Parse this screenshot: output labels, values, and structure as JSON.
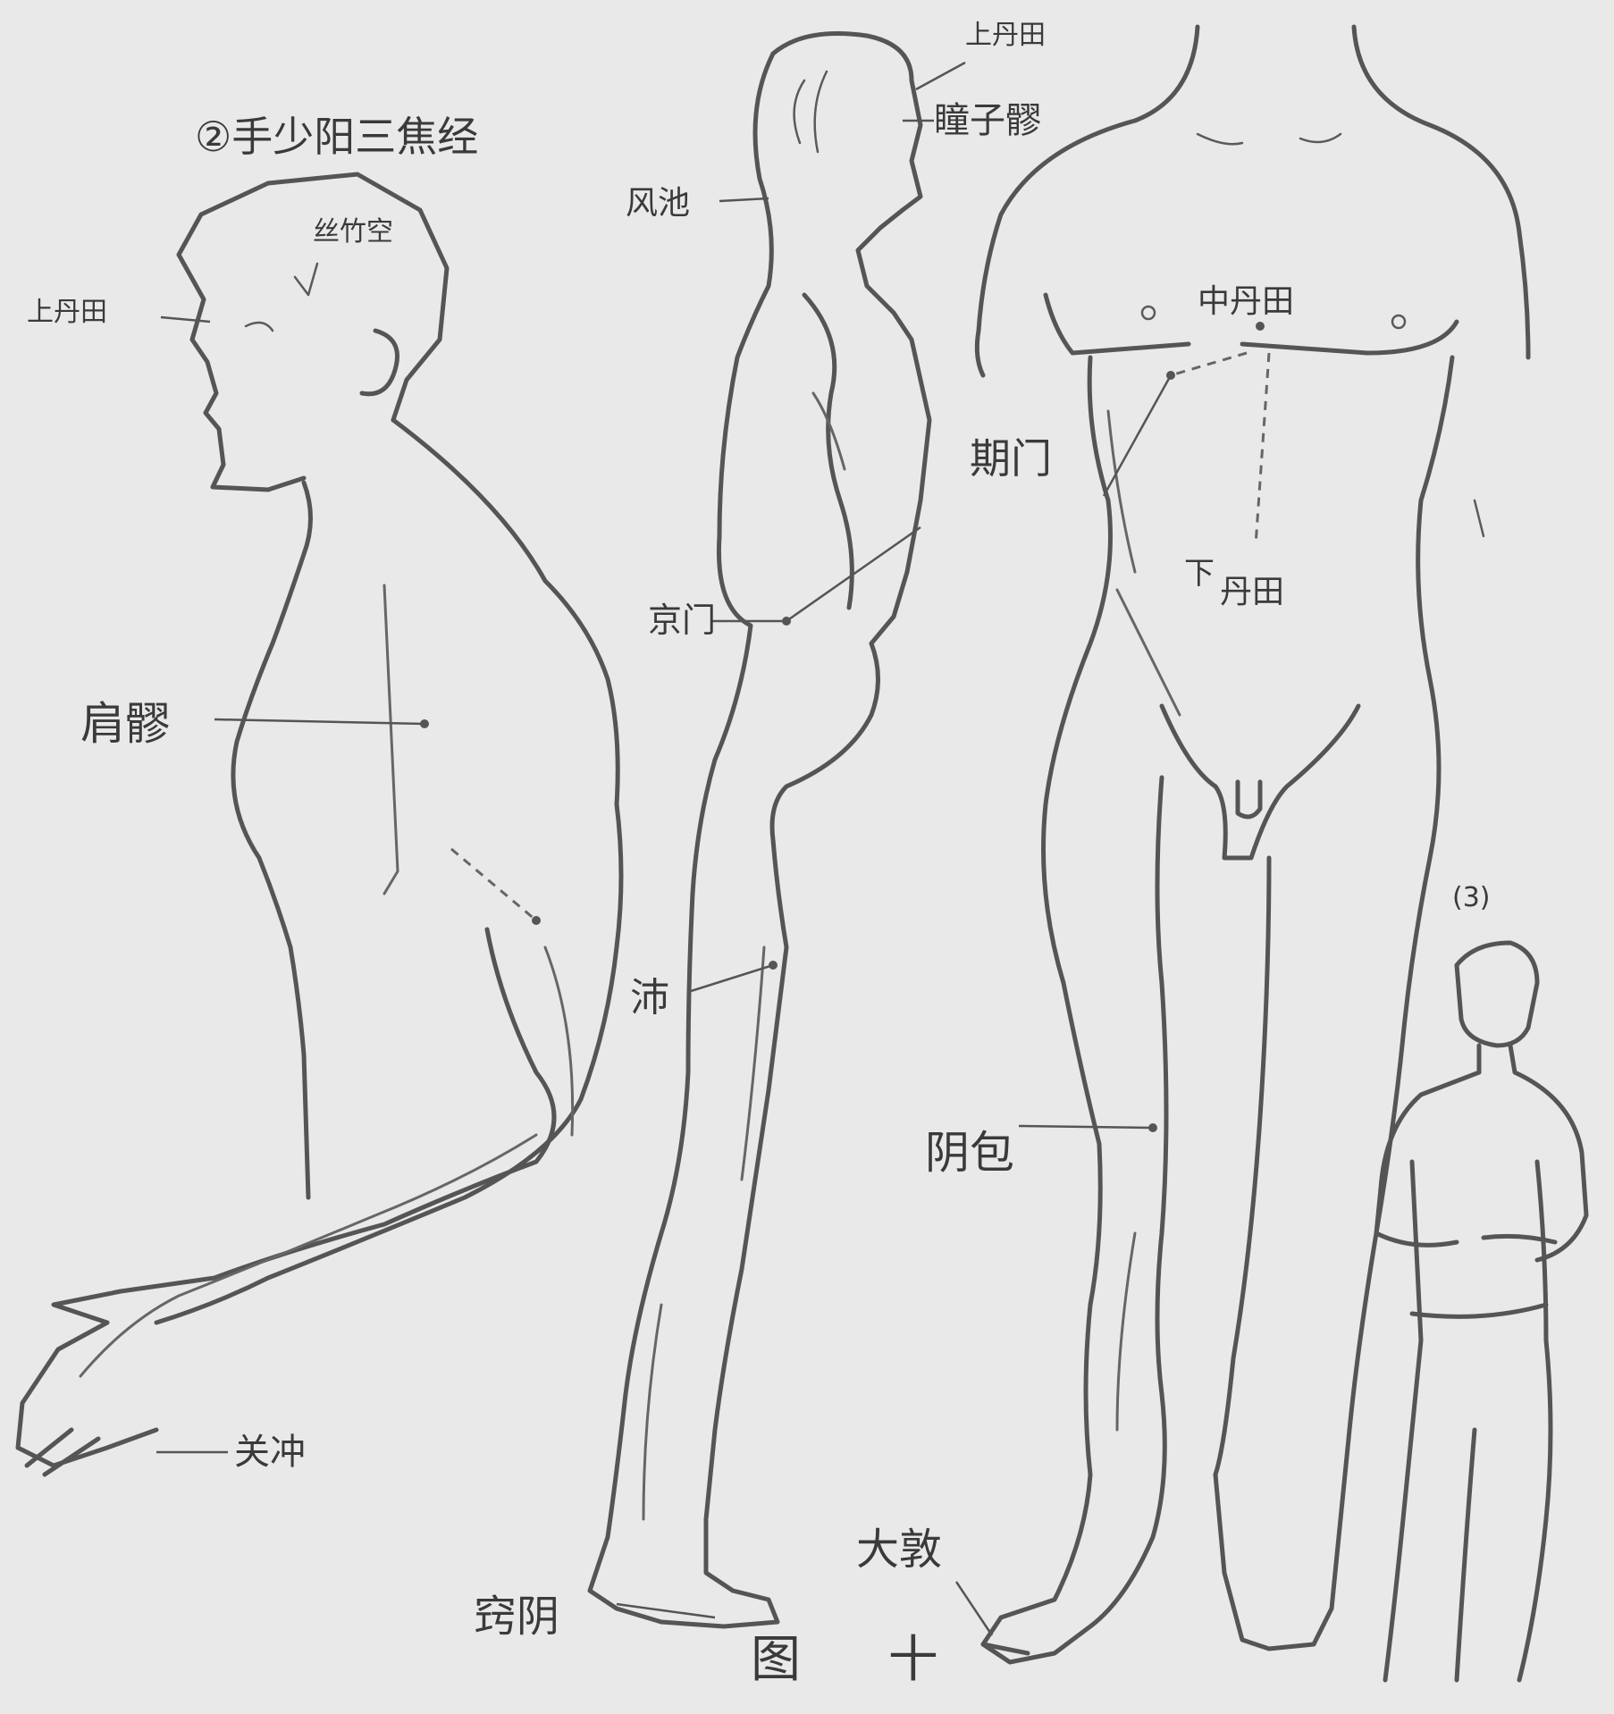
{
  "title": "②手少阳三焦经",
  "labels": {
    "sizhukong": "丝竹空",
    "shangdantian_left": "上丹田",
    "jianliao": "肩髎",
    "guanchong": "关冲",
    "shangdantian_mid": "上丹田",
    "tongziliao": "瞳子髎",
    "fengchi": "风池",
    "jingmen": "京门",
    "shi": "沛",
    "qiaoyin": "窍阴",
    "qimen": "期门",
    "zhongdantian": "中丹田",
    "xiadantian_1": "下",
    "xiadantian_2": "丹田",
    "yinbao": "阴包",
    "dadun": "大敦",
    "sub_figure": "(3)"
  },
  "caption": "图  十",
  "colors": {
    "paper": "#e9e9e9",
    "ink": "#555555"
  }
}
